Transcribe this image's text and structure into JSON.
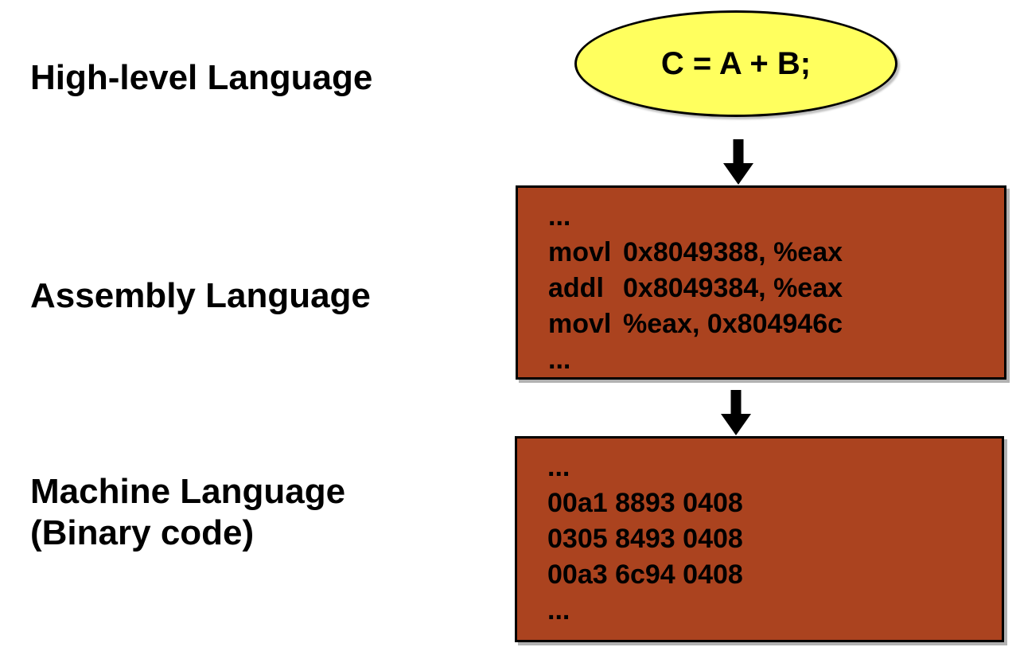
{
  "labels": {
    "high_level": "High-level Language",
    "assembly": "Assembly Language",
    "machine_line1": "Machine Language",
    "machine_line2": "(Binary code)"
  },
  "hll": {
    "code": "C = A + B;"
  },
  "assembly_box": {
    "lines": [
      {
        "text": "..."
      },
      {
        "mnemonic": "movl",
        "operands": "0x8049388, %eax"
      },
      {
        "mnemonic": "addl",
        "operands": "0x8049384, %eax"
      },
      {
        "mnemonic": "movl",
        "operands": "%eax, 0x804946c"
      },
      {
        "text": "..."
      }
    ]
  },
  "machine_box": {
    "lines": [
      "...",
      "00a1 8893 0408",
      "0305 8493 0408",
      "00a3 6c94 0408",
      "..."
    ]
  },
  "colors": {
    "box_fill": "#AB431F",
    "ellipse_fill": "#FFFF5E",
    "border": "#000000",
    "text": "#000000",
    "arrow": "#000000"
  }
}
